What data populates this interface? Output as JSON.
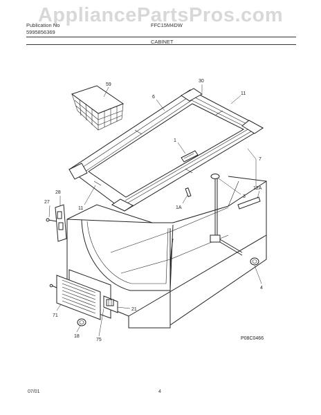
{
  "watermark": "AppliancePartsPros.com",
  "header": {
    "publication_label": "Publication No",
    "publication_number": "5995856369",
    "model": "FFC15M4DW",
    "section_title": "CABINET"
  },
  "diagram": {
    "figure_code": "P08C0466",
    "callouts": {
      "basket": "59",
      "lid_frame": "6",
      "breaker_strip_top": "30",
      "breaker_strip_right": "11",
      "light": "1",
      "breaker_strip_side": "7",
      "switch": "1A",
      "drain_plug": "3",
      "label_plate": "12A",
      "hinge": "28",
      "hinge_screw": "27",
      "breaker_strip_left": "11",
      "drain_cap": "4",
      "control_bracket": "21",
      "grille": "71",
      "knob": "18",
      "control_housing": "75"
    }
  },
  "footer": {
    "date": "07/01",
    "page": "4"
  }
}
